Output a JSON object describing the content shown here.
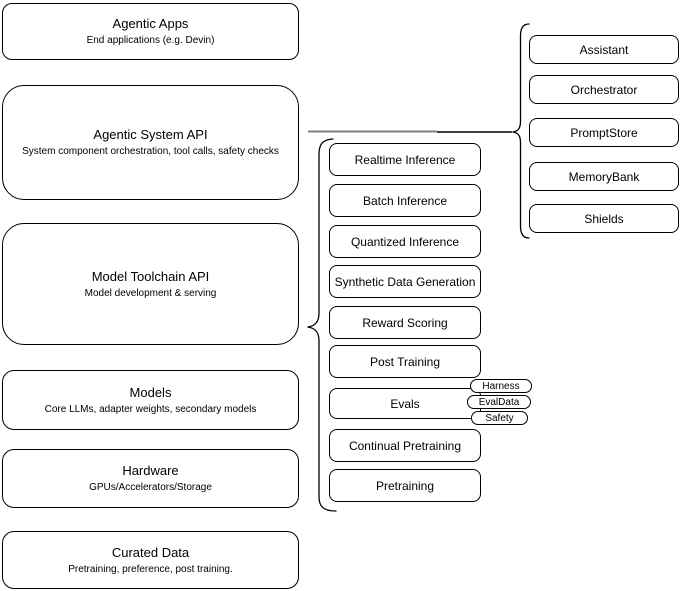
{
  "diagram": {
    "left_stack": [
      {
        "title": "Agentic Apps",
        "subtitle": "End applications (e.g. Devin)"
      },
      {
        "title": "Agentic System API",
        "subtitle": "System component orchestration, tool calls, safety checks"
      },
      {
        "title": "Model Toolchain API",
        "subtitle": "Model development & serving"
      },
      {
        "title": "Models",
        "subtitle": "Core LLMs, adapter weights, secondary models"
      },
      {
        "title": "Hardware",
        "subtitle": "GPUs/Accelerators/Storage"
      },
      {
        "title": "Curated Data",
        "subtitle": "Pretraining, preference, post training."
      }
    ],
    "toolchain_components": [
      "Realtime Inference",
      "Batch Inference",
      "Quantized Inference",
      "Synthetic Data Generation",
      "Reward Scoring",
      "Post Training",
      "Evals",
      "Continual Pretraining",
      "Pretraining"
    ],
    "eval_pills": [
      "Harness",
      "EvalData",
      "Safety"
    ],
    "system_components": [
      "Assistant",
      "Orchestrator",
      "PromptStore",
      "MemoryBank",
      "Shields"
    ],
    "colors": {
      "stroke": "#000000",
      "background": "#ffffff",
      "connector_gray": "#808080"
    }
  }
}
